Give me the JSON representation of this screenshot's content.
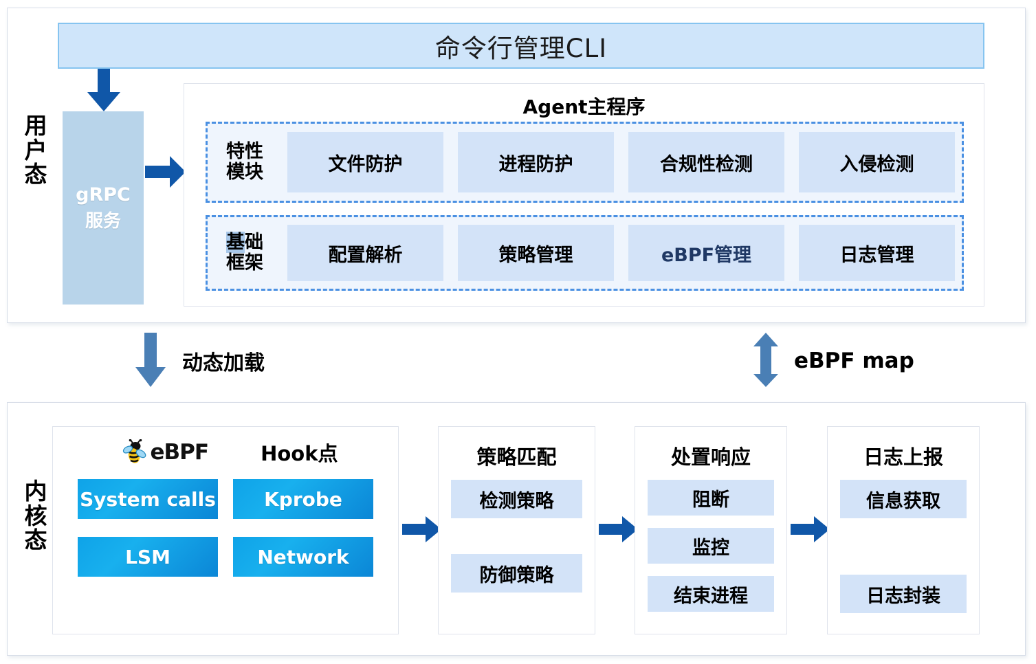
{
  "colors": {
    "cli_fill": "#cfe5fa",
    "cli_border": "#86c4f0",
    "module_fill": "#d3e3f8",
    "dashed_border": "#4a90e2",
    "grpc_fill": "#b8d4ea",
    "arrow_dark": "#1057a8",
    "arrow_steel": "#4a7fb5",
    "hook_gradient_from": "#0fa3e8",
    "hook_gradient_to": "#0b86d6",
    "accent_navy": "#1f3864",
    "panel_border": "#dfe3ec"
  },
  "cli": {
    "title": "命令行管理CLI"
  },
  "userspace": {
    "side_label": "用户态",
    "grpc": {
      "line1": "gRPC",
      "line2": "服务"
    },
    "agent": {
      "title": "Agent主程序",
      "groups": [
        {
          "label_line1": "特性",
          "label_line2": "模块",
          "modules": [
            {
              "label": "文件防护",
              "accent": false
            },
            {
              "label": "进程防护",
              "accent": false
            },
            {
              "label": "合规性检测",
              "accent": false
            },
            {
              "label": "入侵检测",
              "accent": false
            }
          ]
        },
        {
          "label_line1": "基础",
          "label_line2": "框架",
          "label_line1_highlight_char": "基",
          "modules": [
            {
              "label": "配置解析",
              "accent": false
            },
            {
              "label": "策略管理",
              "accent": false
            },
            {
              "label": "eBPF管理",
              "accent": true
            },
            {
              "label": "日志管理",
              "accent": false
            }
          ]
        }
      ]
    }
  },
  "connectors": {
    "dynamic_load": {
      "label": "动态加载",
      "direction": "down"
    },
    "ebpf_map": {
      "label": "eBPF map",
      "direction": "bidirectional"
    }
  },
  "kernel": {
    "side_label": "内核态",
    "panels": [
      {
        "name": "hook-points",
        "logo_text": "eBPF",
        "title": "Hook点",
        "items": [
          "System calls",
          "Kprobe",
          "LSM",
          "Network"
        ]
      },
      {
        "name": "policy-match",
        "title": "策略匹配",
        "items": [
          "检测策略",
          "防御策略"
        ]
      },
      {
        "name": "response-action",
        "title": "处置响应",
        "items": [
          "阻断",
          "监控",
          "结束进程"
        ]
      },
      {
        "name": "log-report",
        "title": "日志上报",
        "items": [
          "信息获取",
          "日志封装"
        ]
      }
    ]
  }
}
